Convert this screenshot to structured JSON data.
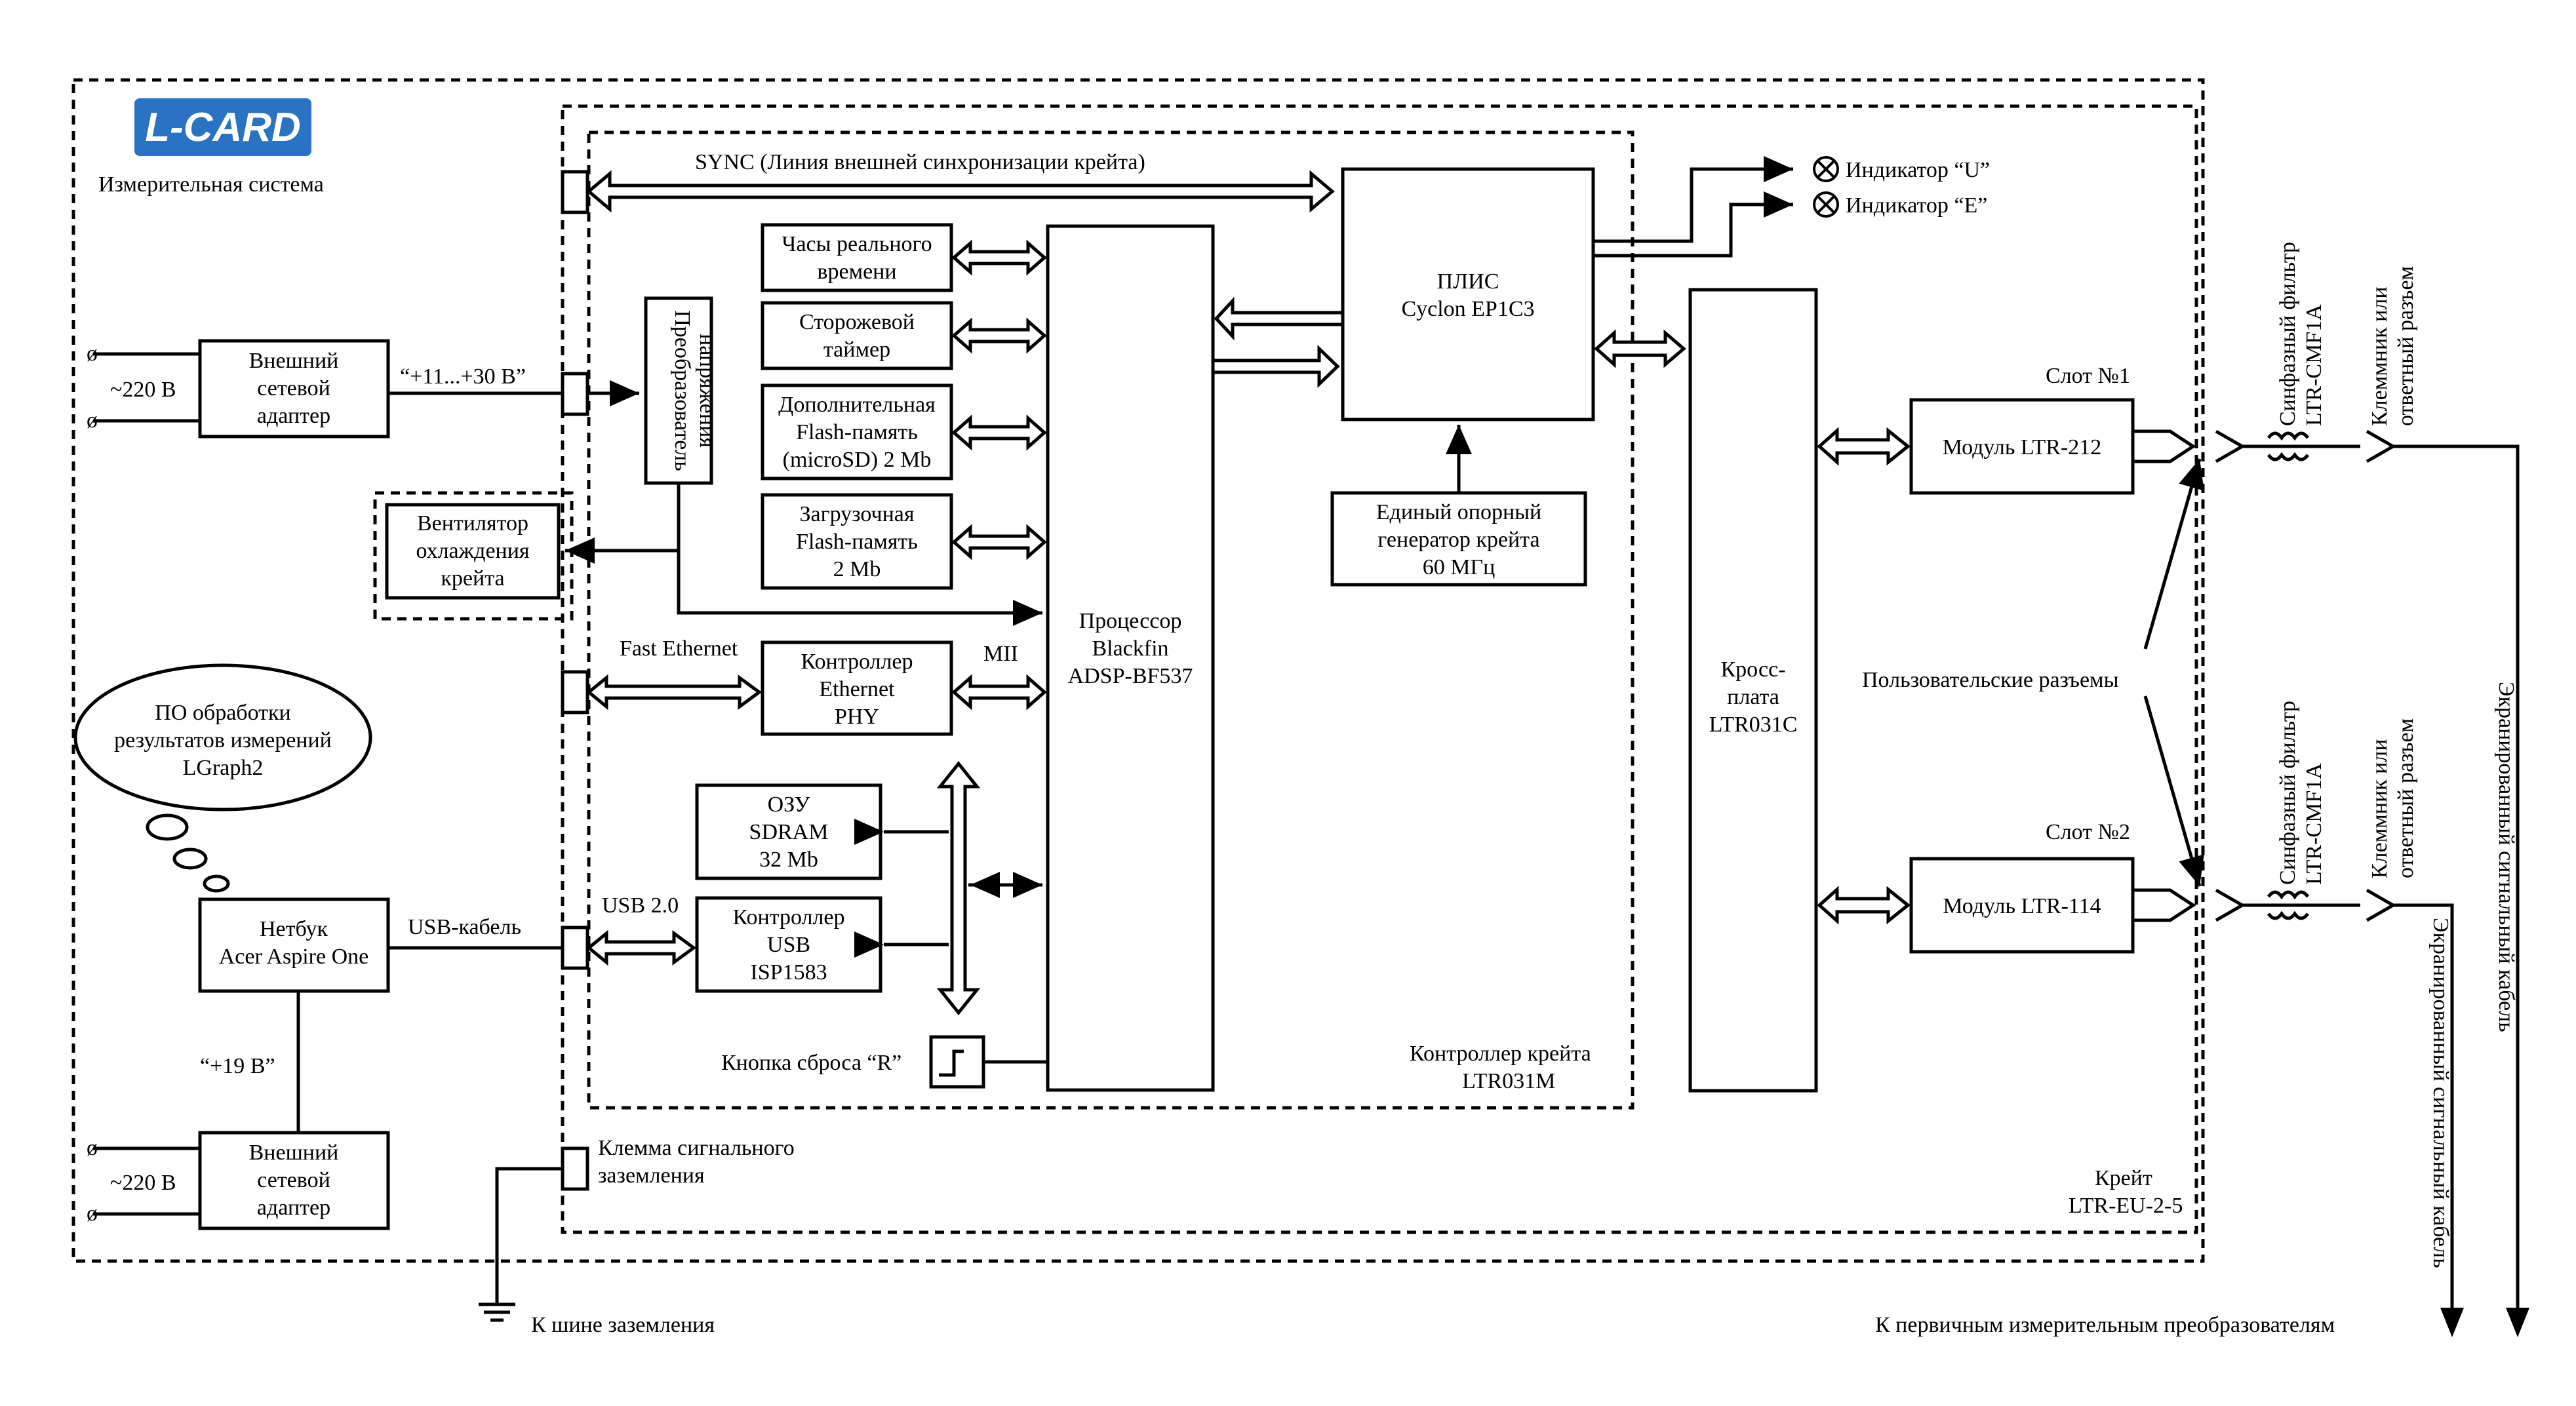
{
  "logo": {
    "text": "L-CARD",
    "color": "#2a73c2"
  },
  "system_label": "Измерительная система",
  "crate": {
    "line1": "Крейт",
    "line2": "LTR-EU-2-5"
  },
  "controller": {
    "line1": "Контроллер крейта",
    "line2": "LTR031M"
  },
  "sync": "SYNC (Линия внешней синхронизации крейта)",
  "indicators": {
    "u": "Индикатор “U”",
    "e": "Индикатор “E”"
  },
  "plis": {
    "line1": "ПЛИС",
    "line2": "Cyclon EP1C3"
  },
  "generator": {
    "line1": "Единый опорный",
    "line2": "генератор крейта",
    "line3": "60 МГц"
  },
  "rtc": {
    "line1": "Часы реального",
    "line2": "времени"
  },
  "watchdog": {
    "line1": "Сторожевой",
    "line2": "таймер"
  },
  "flash_extra": {
    "line1": "Дополнительная",
    "line2": "Flash-память",
    "line3": "(microSD) 2 Mb"
  },
  "flash_boot": {
    "line1": "Загрузочная",
    "line2": "Flash-память",
    "line3": "2 Mb"
  },
  "cpu": {
    "line1": "Процессор",
    "line2": "Blackfin",
    "line3": "ADSP-BF537"
  },
  "voltage_converter": {
    "line1": "Преобразователь",
    "line2": "напряжения"
  },
  "ext_adapter_top": {
    "line1": "Внешний",
    "line2": "сетевой",
    "line3": "адаптер",
    "voltage_in": "~220 В",
    "voltage_out": "“+11...+30 В”"
  },
  "fan": {
    "line1": "Вентилятор",
    "line2": "охлаждения",
    "line3": "крейта"
  },
  "ethernet": {
    "label": "Fast Ethernet",
    "line1": "Контроллер",
    "line2": "Ethernet",
    "line3": "PHY",
    "mii": "MII"
  },
  "sdram": {
    "line1": "ОЗУ",
    "line2": "SDRAM",
    "line3": "32 Mb"
  },
  "usb_ctrl": {
    "line1": "Контроллер",
    "line2": "USB",
    "line3": "ISP1583",
    "label": "USB 2.0"
  },
  "reset": "Кнопка сброса “R”",
  "cloud": {
    "line1": "ПО обработки",
    "line2": "результатов измерений",
    "line3": "LGraph2"
  },
  "netbook": {
    "line1": "Нетбук",
    "line2": "Acer Aspire One",
    "cable": "USB-кабель",
    "voltage": "“+19 В”"
  },
  "ext_adapter_bottom": {
    "line1": "Внешний",
    "line2": "сетевой",
    "line3": "адаптер",
    "voltage_in": "~220 В"
  },
  "ground_terminal": {
    "line1": "Клемма сигнального",
    "line2": "заземления",
    "bus": "К шине заземления"
  },
  "crossboard": {
    "line1": "Кросс-",
    "line2": "плата",
    "line3": "LTR031C"
  },
  "slot1": {
    "label": "Слот №1",
    "module": "Модуль LTR-212"
  },
  "slot2": {
    "label": "Слот №2",
    "module": "Модуль LTR-114"
  },
  "user_connectors": "Пользовательские разъемы",
  "filter": {
    "line1": "Синфазный фильтр",
    "line2": "LTR-CMF1A"
  },
  "terminal": {
    "line1": "Клеммник или",
    "line2": "ответный разъем"
  },
  "cable_label": "Экранированный сигнальный кабель",
  "primary_sensors": "К первичным измерительным преобразователям"
}
